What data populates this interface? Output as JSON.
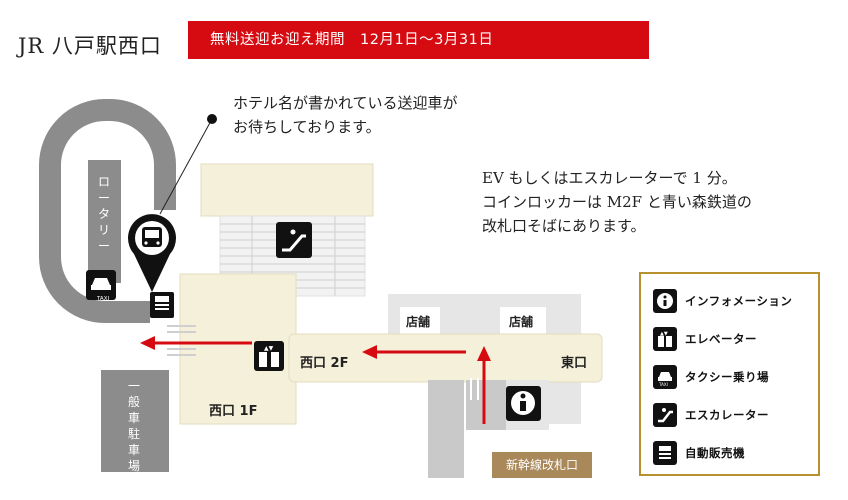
{
  "header": {
    "station_name": "JR 八戸駅西口",
    "banner_text": "無料送迎お迎え期間　12月1日〜3月31日",
    "banner_color": "#d60b12"
  },
  "notes": {
    "pickup_line1": "ホテル名が書かれている送迎車が",
    "pickup_line2": "お待ちしております。",
    "route_line1": "EV もしくはエスカレーターで 1 分。",
    "route_line2": "コインロッカーは M2F と青い森鉄道の",
    "route_line3": "改札口そばにあります。"
  },
  "map": {
    "rotary_label": "ロータリー",
    "parking_label": "一般車駐車場",
    "west_1f": "西口 1F",
    "west_2f": "西口 2F",
    "east_exit": "東口",
    "shop1": "店舗",
    "shop2": "店舗",
    "shinkansen_gate": "新幹線改札口",
    "taxi_text": "TAXI",
    "arrow_color": "#d60b12",
    "gate_color": "#a9885a"
  },
  "legend": {
    "border_color": "#b8912f",
    "items": [
      {
        "icon": "info-icon",
        "label": "インフォメーション"
      },
      {
        "icon": "elevator-icon",
        "label": "エレベーター"
      },
      {
        "icon": "taxi-icon",
        "label": "タクシー乗り場"
      },
      {
        "icon": "escalator-icon",
        "label": "エスカレーター"
      },
      {
        "icon": "vending-machine-icon",
        "label": "自動販売機"
      }
    ]
  }
}
